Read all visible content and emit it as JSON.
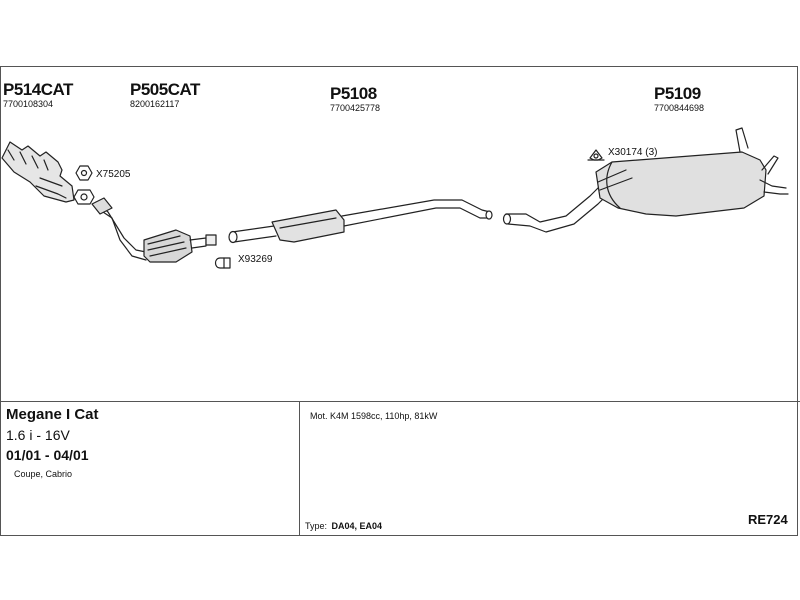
{
  "parts": [
    {
      "code": "P514CAT",
      "number": "7700108304"
    },
    {
      "code": "P505CAT",
      "number": "8200162117"
    },
    {
      "code": "P5108",
      "number": "7700425778"
    },
    {
      "code": "P5109",
      "number": "7700844698"
    }
  ],
  "callouts": [
    {
      "label": "X75205"
    },
    {
      "label": "X93269"
    },
    {
      "label": "X30174 (3)"
    }
  ],
  "vehicle": {
    "model": "Megane I Cat",
    "variant": "1.6 i - 16V",
    "dates": "01/01 - 04/01",
    "body": "Coupe, Cabrio"
  },
  "engine": "Mot. K4M 1598cc, 110hp, 81kW",
  "type": {
    "label": "Type:",
    "value": "DA04, EA04"
  },
  "reference": "RE724"
}
